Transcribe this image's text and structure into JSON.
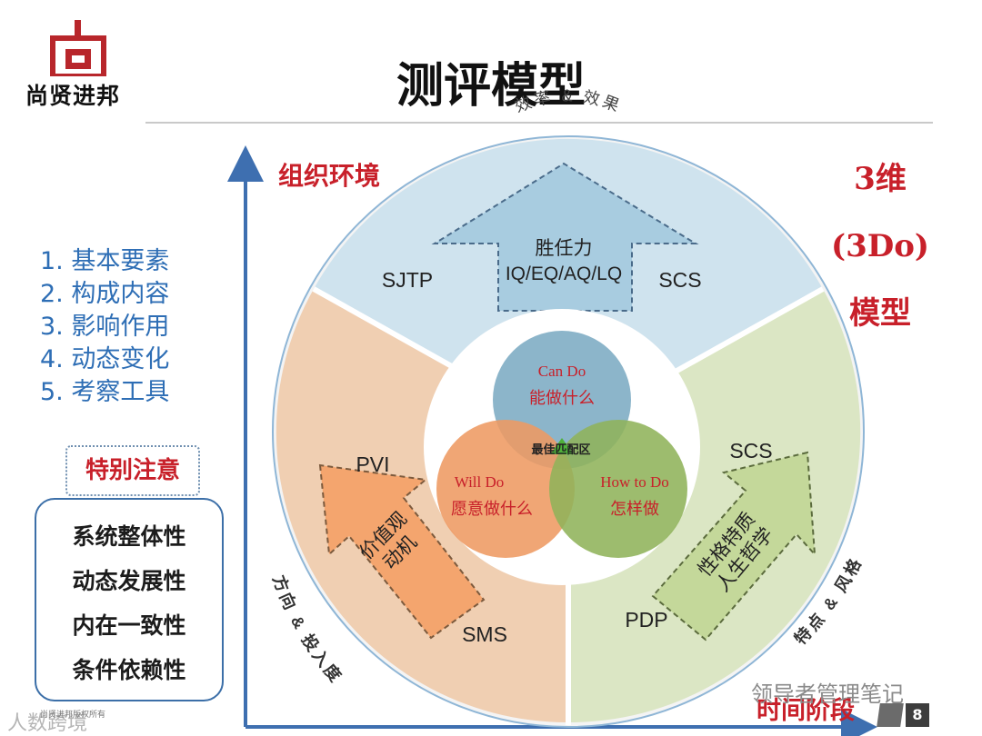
{
  "logo": {
    "text": "尚贤进邦"
  },
  "title": "测评模型",
  "outer_top": "效率 & 效果",
  "outer_left": "方向 & 投入度",
  "outer_right": "特点 & 风格",
  "axis_y_label": "组织环境",
  "axis_x_label": "时间阶段",
  "model_label": {
    "line1": "3维",
    "line2": "(3Do)",
    "line3": "模型"
  },
  "list_items": [
    "1. 基本要素",
    "2. 构成内容",
    "3. 影响作用",
    "4. 动态变化",
    "5. 考察工具"
  ],
  "notice": {
    "title": "特别注意",
    "items": [
      "系统整体性",
      "动态发展性",
      "内在一致性",
      "条件依赖性"
    ]
  },
  "top_sector": {
    "arrow_line1": "胜任力",
    "arrow_line2": "IQ/EQ/AQ/LQ",
    "left_tool": "SJTP",
    "right_tool": "SCS"
  },
  "left_sector": {
    "arrow_line1": "价值观",
    "arrow_line2": "动机",
    "top_tool": "PVI",
    "bottom_tool": "SMS"
  },
  "right_sector": {
    "arrow_line1": "性格特质",
    "arrow_line2": "人生哲学",
    "top_tool": "SCS",
    "bottom_tool": "PDP"
  },
  "venn": {
    "top": {
      "en": "Can Do",
      "zh": "能做什么"
    },
    "left": {
      "en": "Will Do",
      "zh": "愿意做什么"
    },
    "right": {
      "en": "How to Do",
      "zh": "怎样做"
    },
    "center": "最佳匹配区"
  },
  "watermark": "领导者管理笔记",
  "footer_small": "尚贤进邦版权所有",
  "corner_watermark": "人数跨境",
  "page_number": "8",
  "colors": {
    "accent_red": "#c8202a",
    "list_blue": "#2e6eb5",
    "top_sector": "#cfe3ee",
    "left_sector": "#f0c9a8",
    "right_sector": "#dbe6c4"
  }
}
